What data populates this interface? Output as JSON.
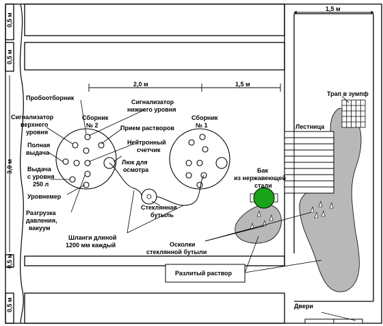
{
  "dimensions": {
    "top_right": "1,5 м",
    "left_top": "0,5 м",
    "left_mid": "0,5 м",
    "left_center": "3,0 м",
    "left_low": "0,5 м",
    "left_bottom": "0,5 м",
    "span_left": "2,0 м",
    "span_right": "1,5 м"
  },
  "labels": {
    "sampler": "Пробоотборник",
    "tank2_line1": "Сборник",
    "tank2_line2": "№ 2",
    "tank1_line1": "Сборник",
    "tank1_line2": "№ 1",
    "low_level_line1": "Сигнализатор",
    "low_level_line2": "нижнего уровня",
    "high_level_line1": "Сигнализатор",
    "high_level_line2": "верхнего",
    "high_level_line3": "уровня",
    "solution_intake": "Прием растворов",
    "full_output_line1": "Полная",
    "full_output_line2": "выдача",
    "neutron_line1": "Нейтронный",
    "neutron_line2": "счетчик",
    "hatch_line1": "Люк для",
    "hatch_line2": "осмотра",
    "output_level_line1": "Выдача",
    "output_level_line2": "с уровня",
    "output_level_line3": "250 л",
    "level_gauge": "Уровнемер",
    "pressure_line1": "Разгрузка",
    "pressure_line2": "давления,",
    "pressure_line3": "вакуум",
    "bottle_line1": "Стеклянная",
    "bottle_line2": "бутыль",
    "hoses_line1": "Шланги длиной",
    "hoses_line2": "1200 мм каждый",
    "shards_line1": "Осколки",
    "shards_line2": "стеклянной бутыли",
    "spilled": "Разлитый раствор",
    "steel_tank_line1": "Бак",
    "steel_tank_line2": "из нержавеющей",
    "steel_tank_line3": "стали",
    "stairs": "Лестница",
    "sump_trap": "Трап в зумпф",
    "doors": "Двери"
  },
  "colors": {
    "spill": "#b8b8b8",
    "steel_tank": "#1aa31a",
    "line": "#000000"
  }
}
